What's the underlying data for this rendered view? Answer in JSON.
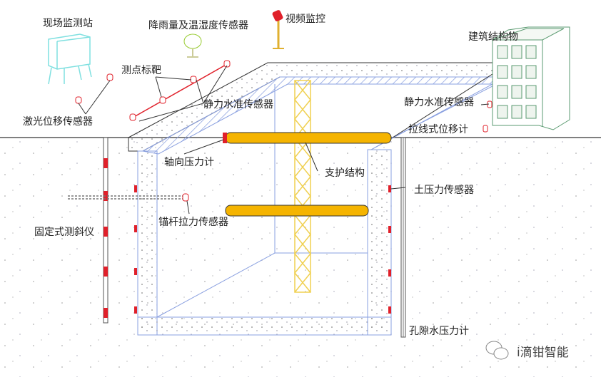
{
  "labels": {
    "station": "现场监测站",
    "rain": "降雨量及温湿度传感器",
    "video": "视频监控",
    "building": "建筑结构物",
    "targets": "测点标靶",
    "laser": "激光位移传感器",
    "level_left": "静力水准传感器",
    "level_right": "静力水准传感器",
    "wire": "拉线式位移计",
    "axial": "轴向压力计",
    "support": "支护结构",
    "earth": "土压力传感器",
    "anchor": "锚杆拉力传感器",
    "inclinometer": "固定式测斜仪",
    "pore": "孔隙水压力计"
  },
  "watermark": "i滴钳智能",
  "colors": {
    "strut": "#f5b400",
    "sensor": "#e0202a",
    "wall": "#8aa0e0",
    "truss": "#f0d050",
    "station": "#7fe0e0",
    "building": "#5a9a70"
  }
}
